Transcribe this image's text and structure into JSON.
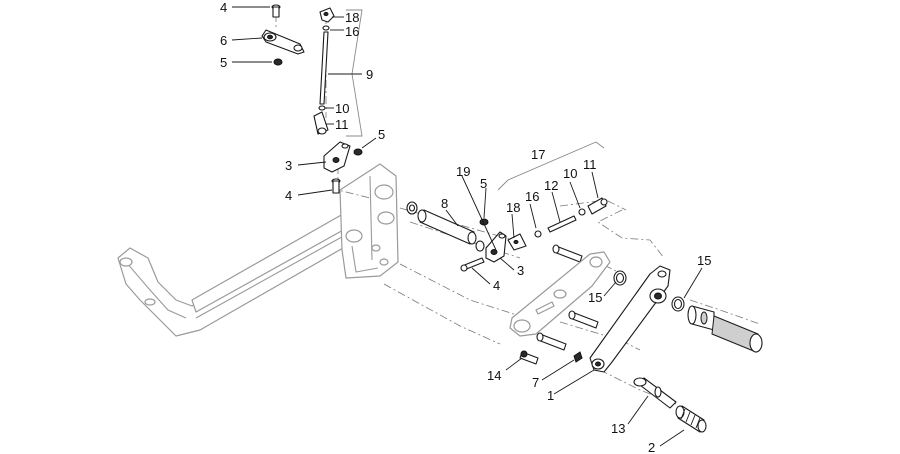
{
  "callouts": [
    {
      "id": "c-4a",
      "text": "4"
    },
    {
      "id": "c-18a",
      "text": "18"
    },
    {
      "id": "c-16a",
      "text": "16"
    },
    {
      "id": "c-6",
      "text": "6"
    },
    {
      "id": "c-5a",
      "text": "5"
    },
    {
      "id": "c-9",
      "text": "9"
    },
    {
      "id": "c-10a",
      "text": "10"
    },
    {
      "id": "c-11a",
      "text": "11"
    },
    {
      "id": "c-5b",
      "text": "5"
    },
    {
      "id": "c-3a",
      "text": "3"
    },
    {
      "id": "c-4b",
      "text": "4"
    },
    {
      "id": "c-17",
      "text": "17"
    },
    {
      "id": "c-19",
      "text": "19"
    },
    {
      "id": "c-5c",
      "text": "5"
    },
    {
      "id": "c-11b",
      "text": "11"
    },
    {
      "id": "c-10b",
      "text": "10"
    },
    {
      "id": "c-12",
      "text": "12"
    },
    {
      "id": "c-16b",
      "text": "16"
    },
    {
      "id": "c-8",
      "text": "8"
    },
    {
      "id": "c-18b",
      "text": "18"
    },
    {
      "id": "c-3b",
      "text": "3"
    },
    {
      "id": "c-4c",
      "text": "4"
    },
    {
      "id": "c-15a",
      "text": "15"
    },
    {
      "id": "c-15b",
      "text": "15"
    },
    {
      "id": "c-14",
      "text": "14"
    },
    {
      "id": "c-7",
      "text": "7"
    },
    {
      "id": "c-1",
      "text": "1"
    },
    {
      "id": "c-13",
      "text": "13"
    },
    {
      "id": "c-2",
      "text": "2"
    }
  ]
}
